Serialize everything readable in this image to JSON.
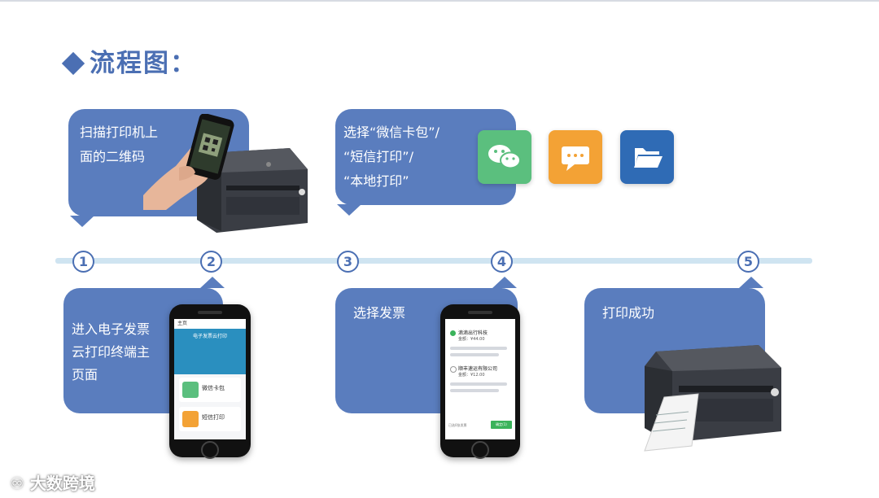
{
  "title": "流程图：",
  "steps": [
    {
      "num": "1",
      "lines": [
        "扫描打印机上",
        "面的二维码"
      ]
    },
    {
      "num": "2",
      "lines": [
        "进入电子发票",
        "云打印终端主",
        "页面"
      ]
    },
    {
      "num": "3",
      "lines": [
        "选择“微信卡包”/",
        "“短信打印”/",
        "“本地打印”"
      ]
    },
    {
      "num": "4",
      "lines": [
        "选择发票"
      ]
    },
    {
      "num": "5",
      "lines": [
        "打印成功"
      ]
    }
  ],
  "apps": [
    {
      "icon": "wechat-icon",
      "color": "#5bbf7e"
    },
    {
      "icon": "sms-icon",
      "color": "#f3a235"
    },
    {
      "icon": "folder-icon",
      "color": "#2f6bb5"
    }
  ],
  "phone2": {
    "header": "主页",
    "banner_text": "电子发票云打印",
    "menu": [
      "微信卡包",
      "短信打印"
    ]
  },
  "phone4": {
    "invoices": [
      {
        "name": "滴滴出行科技",
        "amount": "金额：¥44.00"
      },
      {
        "name": "顺丰速运有限公司",
        "amount": "金额：¥12.00"
      }
    ],
    "bottom_left": "已选0张发票",
    "confirm": "确定(1)"
  },
  "watermark": "大数跨境",
  "colors": {
    "accent": "#4b6fb3",
    "card": "#5a7dbe",
    "timeline": "#cfe4f1"
  }
}
